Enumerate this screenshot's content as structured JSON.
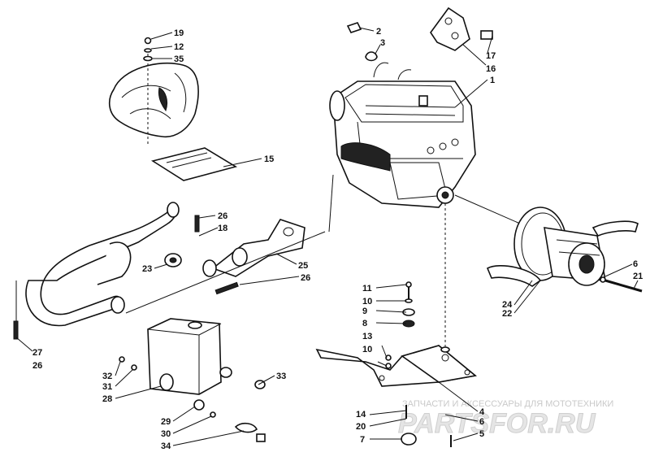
{
  "watermark": {
    "caption": "ЗАПЧАСТИ И АКСЕССУАРЫ ДЛЯ МОТОТЕХНИКИ",
    "logo_text": "PARTSFOR.RU"
  },
  "callouts": [
    {
      "id": "c19",
      "text": "19"
    },
    {
      "id": "c12",
      "text": "12"
    },
    {
      "id": "c35",
      "text": "35"
    },
    {
      "id": "c15",
      "text": "15"
    },
    {
      "id": "c2",
      "text": "2"
    },
    {
      "id": "c3",
      "text": "3"
    },
    {
      "id": "c17",
      "text": "17"
    },
    {
      "id": "c16",
      "text": "16"
    },
    {
      "id": "c1",
      "text": "1"
    },
    {
      "id": "c26a",
      "text": "26"
    },
    {
      "id": "c18",
      "text": "18"
    },
    {
      "id": "c23",
      "text": "23"
    },
    {
      "id": "c25",
      "text": "25"
    },
    {
      "id": "c26b",
      "text": "26"
    },
    {
      "id": "c27",
      "text": "27"
    },
    {
      "id": "c26c",
      "text": "26"
    },
    {
      "id": "c11",
      "text": "11"
    },
    {
      "id": "c10a",
      "text": "10"
    },
    {
      "id": "c9",
      "text": "9"
    },
    {
      "id": "c8",
      "text": "8"
    },
    {
      "id": "c13",
      "text": "13"
    },
    {
      "id": "c10b",
      "text": "10"
    },
    {
      "id": "c6a",
      "text": "6"
    },
    {
      "id": "c21",
      "text": "21"
    },
    {
      "id": "c24",
      "text": "24"
    },
    {
      "id": "c22",
      "text": "22"
    },
    {
      "id": "c32",
      "text": "32"
    },
    {
      "id": "c31",
      "text": "31"
    },
    {
      "id": "c28",
      "text": "28"
    },
    {
      "id": "c33",
      "text": "33"
    },
    {
      "id": "c29",
      "text": "29"
    },
    {
      "id": "c30",
      "text": "30"
    },
    {
      "id": "c34",
      "text": "34"
    },
    {
      "id": "c14",
      "text": "14"
    },
    {
      "id": "c20",
      "text": "20"
    },
    {
      "id": "c7",
      "text": "7"
    },
    {
      "id": "c4",
      "text": "4"
    },
    {
      "id": "c6b",
      "text": "6"
    },
    {
      "id": "c5",
      "text": "5"
    }
  ]
}
